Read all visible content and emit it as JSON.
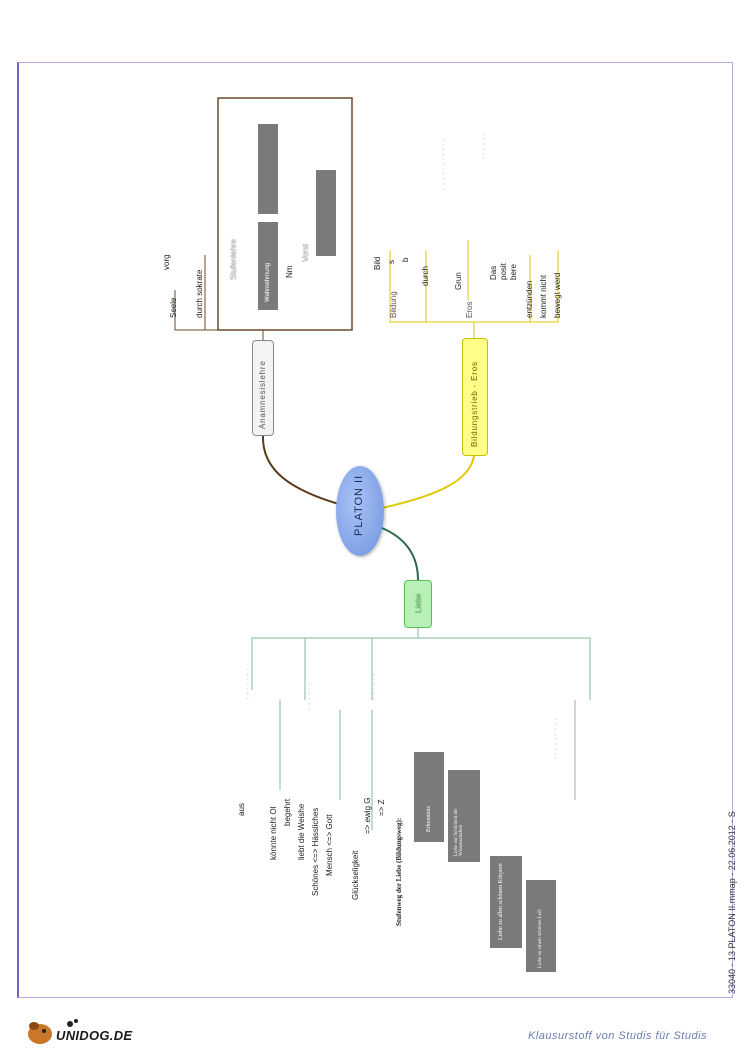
{
  "center": {
    "label": "PLATON II"
  },
  "branches": {
    "anamnesis": {
      "label": "Anamnesislehre"
    },
    "eros": {
      "label": "Bildungstrieb - Eros"
    },
    "liebe": {
      "label": "Liebe"
    }
  },
  "anamnesis_items": {
    "seele": "Seele",
    "vorg": "vorg",
    "sokrat": "durch sokrate",
    "box_title": "Stufenlehre",
    "box_sub1": "Wahrnehmung",
    "box_sub2": "Nm",
    "box_sub3": "Vorst"
  },
  "eros_items": {
    "bildung": "Bildung",
    "eros": "Eros",
    "b1": "Bild",
    "b2": "s",
    "b3": "b",
    "durch": "durch",
    "grund": "Grun",
    "das": "Das",
    "pos": "posit",
    "bere": "bere",
    "entz": "entzünden",
    "kommt": "kommt nicht",
    "bewegt": "bewegt werd"
  },
  "liebe_items": {
    "aus": "aus",
    "koenne": "könnte nicht Ol",
    "begehrt": "begehrt",
    "liebt": "liebt die Weishe",
    "schoenes": "Schönes <=> Hässliches",
    "mensch": "Mensch <=> Gott",
    "glueck": "Glückseligkeit",
    "ewig": "=> ewig G",
    "z": "=> Z",
    "stufenweg": "Stufenweg der Liebe (Bildungsweg):"
  },
  "gray_boxes": {
    "g1": "Erkenntnis",
    "g2": "Liebe zur Schönheit der Wissenschaften",
    "g3": "Liebe zu allen schönen Körpern",
    "g4": "Liebe zu einem schönen Leib"
  },
  "side_text": "33040 - 13 PLATON II.mmap - 22.06.2012 - S",
  "footer": {
    "logo_text": "UNIDOG.DE",
    "tagline": "Klausurstoff von Studis für Studis"
  }
}
